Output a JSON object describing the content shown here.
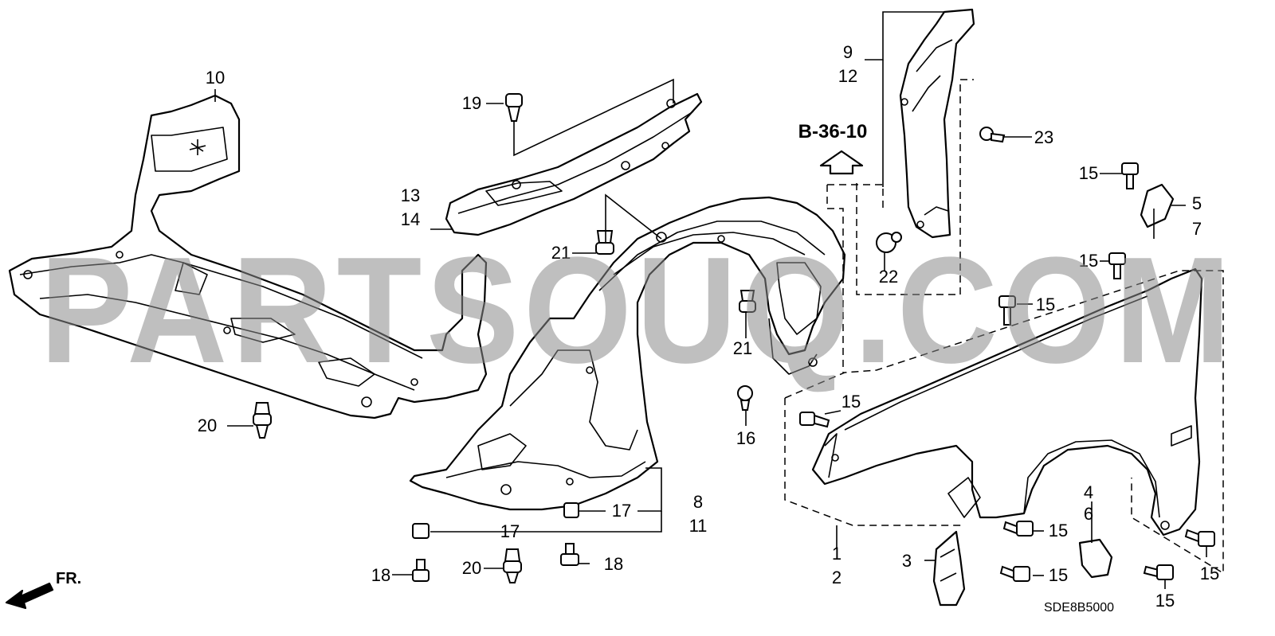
{
  "diagram": {
    "reference_label": "B-36-10",
    "diagram_code": "SDE8B5000",
    "direction_label": "FR.",
    "watermark": "PARTSOUQ.COM"
  },
  "callouts": {
    "c1": "1",
    "c2": "2",
    "c3": "3",
    "c4": "4",
    "c5": "5",
    "c6": "6",
    "c7": "7",
    "c8": "8",
    "c9": "9",
    "c10": "10",
    "c11": "11",
    "c12": "12",
    "c13": "13",
    "c14": "14",
    "c15a": "15",
    "c15b": "15",
    "c15c": "15",
    "c15d": "15",
    "c15e": "15",
    "c15f": "15",
    "c15g": "15",
    "c15h": "15",
    "c16": "16",
    "c17a": "17",
    "c17b": "17",
    "c18a": "18",
    "c18b": "18",
    "c19": "19",
    "c20a": "20",
    "c20b": "20",
    "c21a": "21",
    "c21b": "21",
    "c22": "22",
    "c23": "23"
  }
}
